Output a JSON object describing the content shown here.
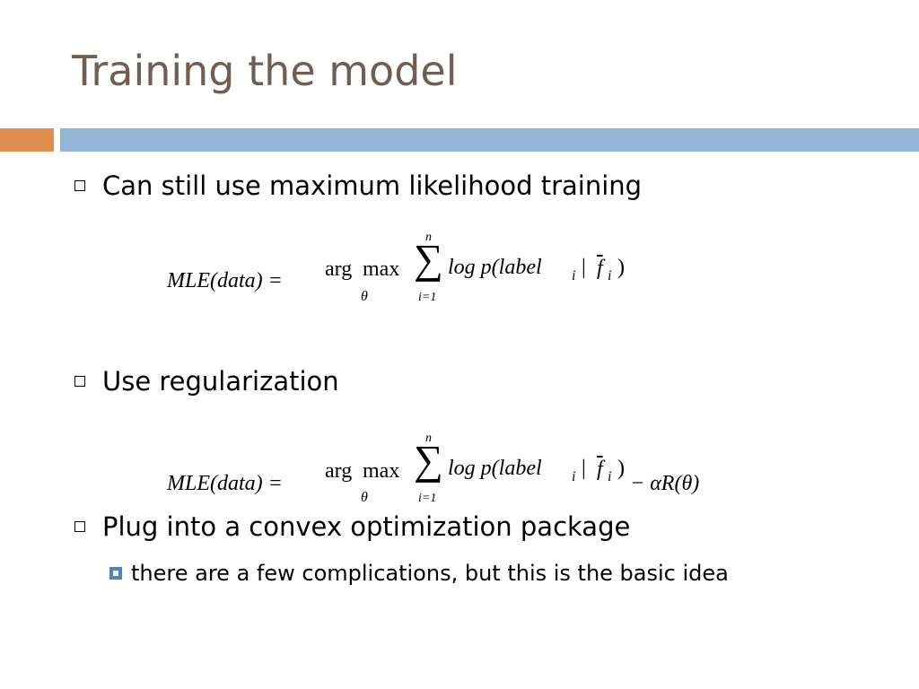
{
  "slide": {
    "title": "Training the model",
    "bullets": [
      "Can still use maximum likelihood training",
      "Use regularization",
      "Plug into a convex optimization package"
    ],
    "sub_bullets": [
      "there are a few complications, but this is the basic idea"
    ]
  },
  "equations": {
    "eq1": {
      "lhs": "MLE(data) =",
      "arg": "arg",
      "max": "max",
      "theta_sub": "θ",
      "sigma": "∑",
      "upper": "n",
      "lower": "i=1",
      "body": "log p(label",
      "sub_i": "i",
      "bar": "|",
      "f": "f",
      "f_sub": "i",
      "close": ")"
    },
    "eq2": {
      "lhs": "MLE(data) =",
      "arg": "arg",
      "max": "max",
      "theta_sub": "θ",
      "sigma": "∑",
      "upper": "n",
      "lower": "i=1",
      "body": "log p(label",
      "sub_i": "i",
      "bar": "|",
      "f": "f",
      "f_sub": "i",
      "close": ")",
      "reg": "− αR(θ)"
    }
  },
  "colors": {
    "title": "#6f5e52",
    "accent_orange": "#e08e4e",
    "accent_blue": "#93b6d4",
    "sub_bullet": "#4f86b8"
  }
}
